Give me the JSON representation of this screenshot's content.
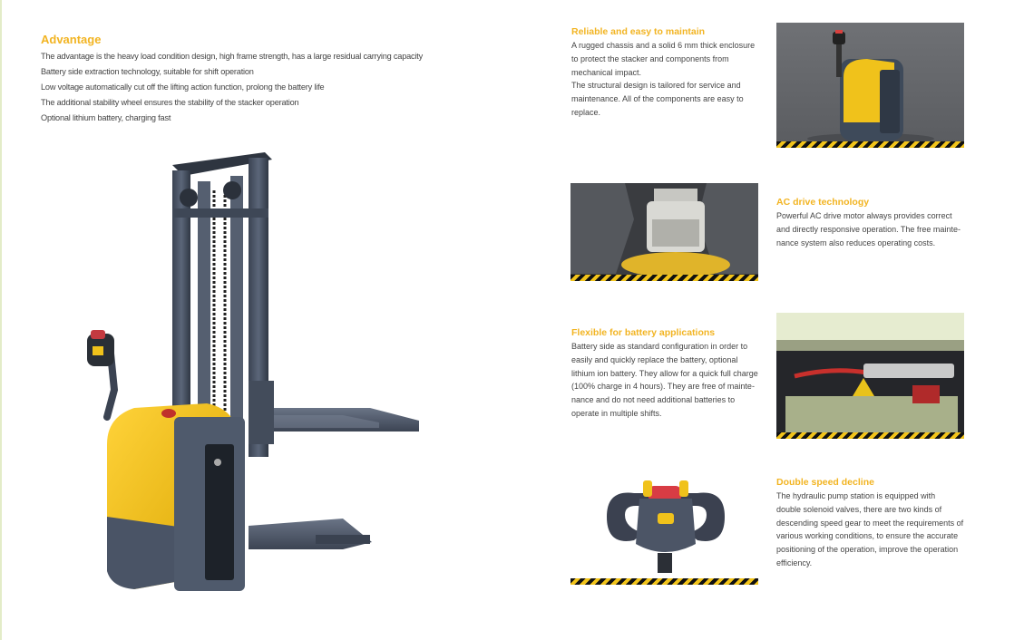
{
  "advantage": {
    "title": "Advantage",
    "lines": [
      "The advantage is the heavy load condition design, high frame strength, has a large residual carrying capacity",
      "Battery side extraction technology, suitable for shift operation",
      "Low voltage automatically cut off the lifting action function, prolong the battery life",
      "The additional stability wheel ensures the stability of the stacker operation",
      "Optional lithium battery, charging fast"
    ]
  },
  "features": [
    {
      "title": "Reliable and easy to maintain",
      "lines": [
        "A rugged chassis and a solid 6 mm thick enclosure",
        "to protect the stacker and components from",
        "mechanical impact.",
        "The structural design is tailored for service and",
        "maintenance. All of the components are easy to",
        "replace."
      ]
    },
    {
      "title": "AC drive technology",
      "lines": [
        "Powerful AC drive motor always provides correct",
        "and directly responsive operation. The free mainte-",
        "nance system also reduces operating costs."
      ]
    },
    {
      "title": "Flexible for battery applications",
      "lines": [
        "Battery side as standard configuration in order to",
        "easily and quickly replace the battery, optional",
        "lithium ion battery. They allow for a quick full charge",
        "(100% charge in 4 hours). They are free of mainte-",
        "nance and do not need additional batteries to",
        "operate in multiple shifts."
      ]
    },
    {
      "title": "Double speed decline",
      "lines": [
        "The hydraulic pump station is equipped with",
        "double solenoid valves, there are two kinds of",
        "descending speed gear to meet the requirements of",
        "various working conditions, to ensure the accurate",
        "positioning of the operation, improve the operation",
        "efficiency."
      ]
    }
  ],
  "colors": {
    "accent": "#f2b422",
    "body_yellow": "#f0c21b",
    "frame": "#4b5568",
    "hazard_black": "#111111"
  }
}
